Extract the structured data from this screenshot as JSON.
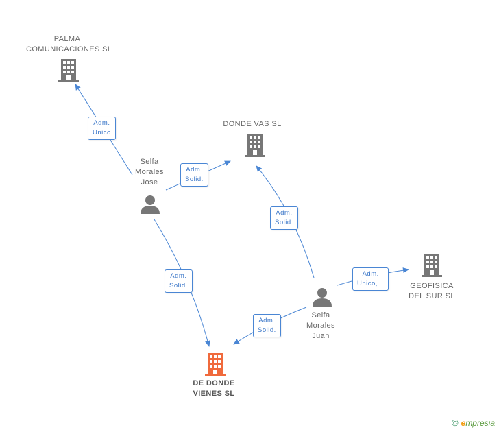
{
  "companies": {
    "palma": {
      "lines": [
        "PALMA",
        "COMUNICACIONES SL"
      ]
    },
    "donde_vas": {
      "lines": [
        "DONDE VAS  SL"
      ]
    },
    "geofisica": {
      "lines": [
        "GEOFISICA",
        "DEL SUR SL"
      ]
    },
    "de_donde_viene": {
      "lines": [
        "DE DONDE",
        "VIENES  SL"
      ]
    }
  },
  "persons": {
    "jose": {
      "lines": [
        "Selfa",
        "Morales",
        "Jose"
      ]
    },
    "juan": {
      "lines": [
        "Selfa",
        "Morales",
        "Juan"
      ]
    }
  },
  "relations": [
    {
      "id": "jose-palma",
      "lines": [
        "Adm.",
        "Unico"
      ]
    },
    {
      "id": "jose-dondevas",
      "lines": [
        "Adm.",
        "Solid."
      ]
    },
    {
      "id": "jose-dedonde",
      "lines": [
        "Adm.",
        "Solid."
      ]
    },
    {
      "id": "juan-dondevas",
      "lines": [
        "Adm.",
        "Solid."
      ]
    },
    {
      "id": "juan-geofisica",
      "lines": [
        "Adm.",
        "Unico,..."
      ]
    },
    {
      "id": "juan-dedonde",
      "lines": [
        "Adm.",
        "Solid."
      ]
    }
  ],
  "colors": {
    "edge": "#4a86d4",
    "building": "#777777",
    "building_main": "#f06a3c",
    "person": "#777777"
  },
  "footer": {
    "copyright": "©",
    "brand_initial": "e",
    "brand_rest": "mpresia"
  }
}
